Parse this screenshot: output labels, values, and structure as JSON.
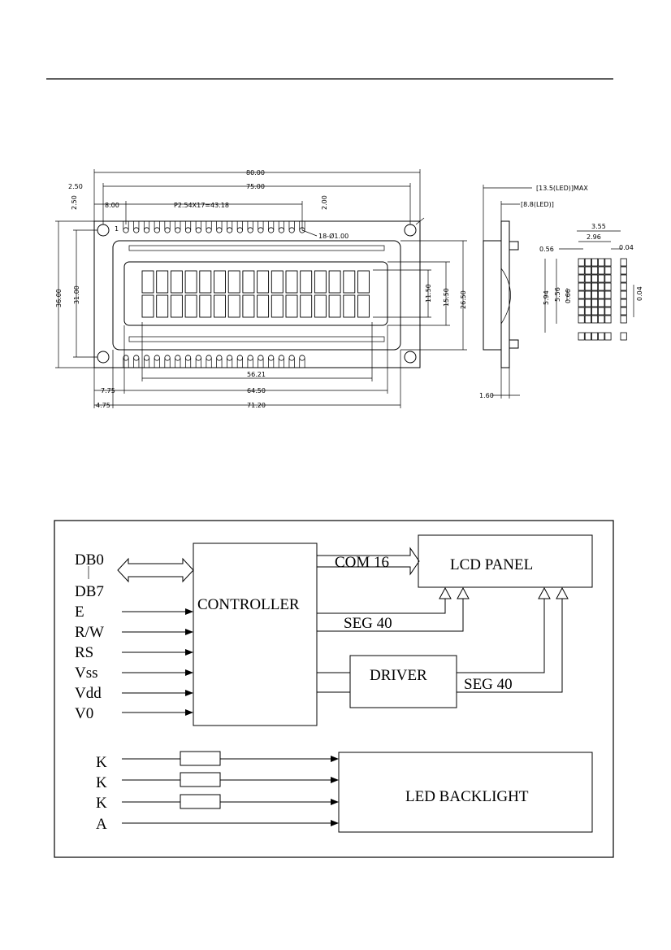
{
  "mechanical": {
    "dims": {
      "overall_width": "80.00",
      "hole_pitch": "75.00",
      "pin_pitch": "P2.54X17=43.18",
      "pin_start": "8.00",
      "edge_left": "2.50",
      "edge_top": "2.50",
      "pin_top": "2.00",
      "pin_hole": "18-Ø1.00",
      "height_overall": "36.00",
      "height_holes": "31.00",
      "view_area_h": "26.50",
      "active_area_h": "15.50",
      "char_area_h": "11.50",
      "char_span": "56.21",
      "active_w": "64.50",
      "view_w": "71.20",
      "left_active": "7.75",
      "left_view": "4.75"
    },
    "pin1": "1"
  },
  "side_view": {
    "max_thickness": "[13.5(LED)]MAX",
    "led_thickness": "[8.8(LED)]",
    "pin_len": "1.60"
  },
  "char_detail": {
    "char_w": "3.55",
    "char_inner_w": "2.96",
    "dot_w": "0.56",
    "dot_gap": "0.04",
    "char_h": "5.94",
    "char_inner_h": "5.56",
    "dot_h": "0.66",
    "dot_gap_v": "0.04"
  },
  "block": {
    "inputs": {
      "db0": "DB0",
      "db7": "DB7",
      "e": "E",
      "rw": "R/W",
      "rs": "RS",
      "vss": "Vss",
      "vdd": "Vdd",
      "v0": "V0"
    },
    "controller": "CONTROLLER",
    "lcd_panel": "LCD PANEL",
    "driver": "DRIVER",
    "com": "COM 16",
    "seg1": "SEG 40",
    "seg2": "SEG 40",
    "backlight": "LED BACKLIGHT",
    "bl_inputs": {
      "k1": "K",
      "k2": "K",
      "k3": "K",
      "a": "A"
    }
  }
}
